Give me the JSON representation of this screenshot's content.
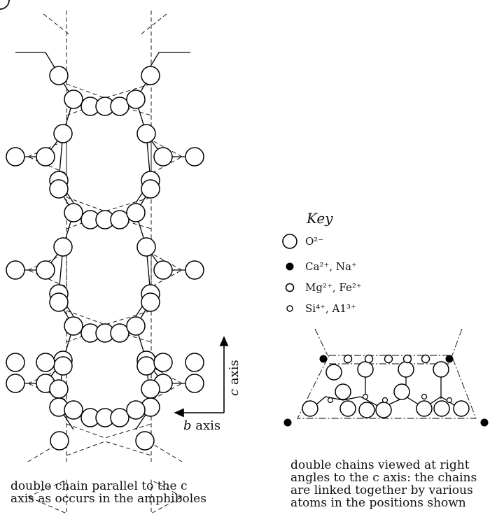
{
  "key": {
    "title": "Key",
    "entries": [
      {
        "label": "O²⁻"
      },
      {
        "label": "Ca²⁺, Na⁺"
      },
      {
        "label": "Mg²⁺, Fe²⁺"
      },
      {
        "label": "Si⁴⁺, A1³⁺"
      }
    ]
  },
  "axes": {
    "c_letter": "c",
    "c_word": "axis",
    "b_letter": "b",
    "b_word": "axis"
  },
  "captions": {
    "left": "double chain parallel to the c\naxis as occurs in the amphiboles",
    "right": "double chains viewed at right\nangles to the c axis: the chains\nare linked together by various\natoms in the positions shown"
  }
}
